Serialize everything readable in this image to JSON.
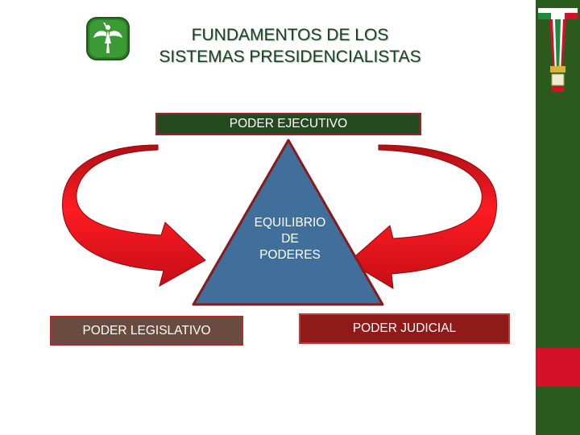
{
  "title": {
    "line1": "FUNDAMENTOS DE LOS",
    "line2": "SISTEMAS PRESIDENCIALISTAS"
  },
  "nodes": {
    "executive": "PODER EJECUTIVO",
    "center_line1": "EQUILIBRIO",
    "center_line2": "DE",
    "center_line3": "PODERES",
    "legislative": "PODER LEGISLATIVO",
    "judicial": "PODER JUDICIAL"
  },
  "icons": {
    "logo": "angel-emblem-icon",
    "ribbon": "mexican-flag-ribbon-icon"
  },
  "colors": {
    "title": "#17451f",
    "triangle": "#3f6f9a",
    "arrows": "#e0101a",
    "strip_green": "#2c5a1c",
    "strip_red": "#d4102a"
  }
}
